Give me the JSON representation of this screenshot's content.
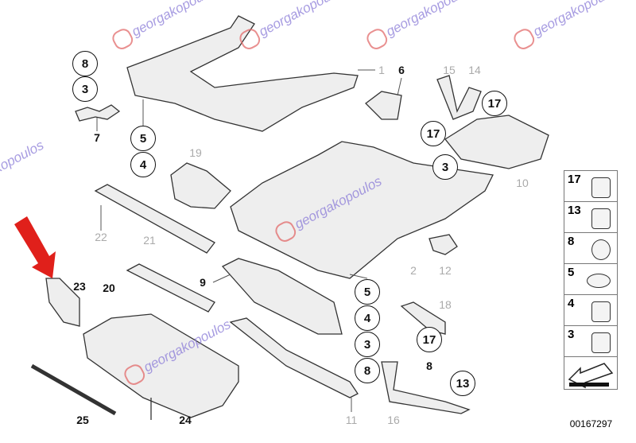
{
  "watermark": "georgakopoulos",
  "labels": {
    "l1": "1",
    "l6": "6",
    "l15": "15",
    "l14": "14",
    "l19": "19",
    "l22": "22",
    "l21": "21",
    "l10": "10",
    "l2": "2",
    "l12": "12",
    "l18": "18",
    "l7": "7",
    "l9": "9",
    "l23": "23",
    "l20": "20",
    "l25": "25",
    "l24": "24",
    "l11": "11",
    "l16": "16",
    "l8b": "8"
  },
  "circled": [
    "8",
    "3",
    "5",
    "4",
    "17",
    "17",
    "3",
    "5",
    "4",
    "3",
    "8",
    "17",
    "13"
  ],
  "legend": {
    "items": [
      "17",
      "13",
      "8",
      "5",
      "4",
      "3"
    ],
    "code": "00167297"
  },
  "colors": {
    "arrow": "#e0201b",
    "watermark": "#8a7bd8"
  }
}
